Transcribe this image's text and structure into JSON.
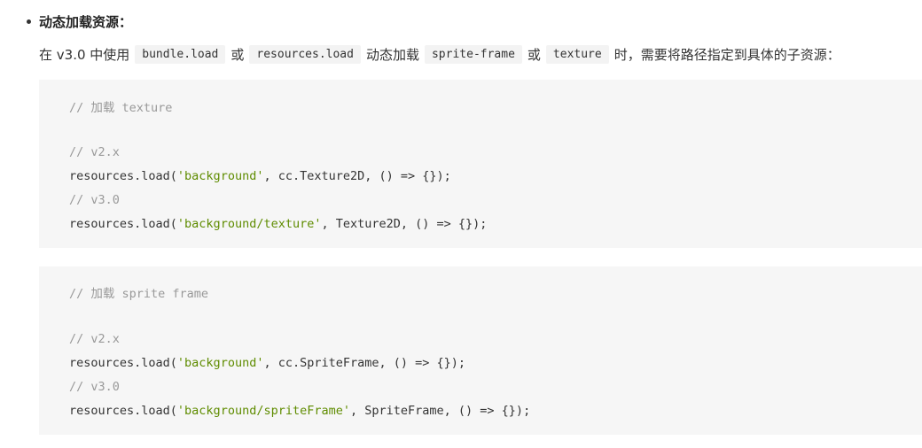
{
  "heading": "动态加载资源：",
  "paragraph": {
    "parts": [
      "在 v3.0 中使用",
      "bundle.load",
      "或",
      "resources.load",
      "动态加载",
      "sprite-frame",
      "或",
      "texture",
      "时，需要将路径指定到具体的子资源："
    ]
  },
  "code_blocks": [
    {
      "comment": "// 加载 texture",
      "v2_comment": "// v2.x",
      "v2_pre": "resources.load(",
      "v2_str": "'background'",
      "v2_post": ", cc.Texture2D, () => {});",
      "v3_comment": "// v3.0",
      "v3_pre": "resources.load(",
      "v3_str": "'background/texture'",
      "v3_post": ", Texture2D, () => {});"
    },
    {
      "comment": "// 加载 sprite frame",
      "v2_comment": "// v2.x",
      "v2_pre": "resources.load(",
      "v2_str": "'background'",
      "v2_post": ", cc.SpriteFrame, () => {});",
      "v3_comment": "// v3.0",
      "v3_pre": "resources.load(",
      "v3_str": "'background/spriteFrame'",
      "v3_post": ", SpriteFrame, () => {});"
    }
  ]
}
